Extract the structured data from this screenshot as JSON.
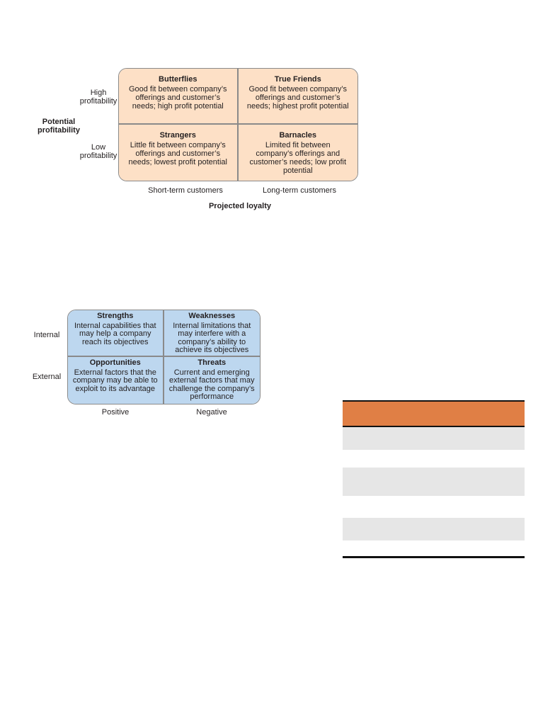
{
  "crm": {
    "y_axis_title": "Potential\nprofitability",
    "row_labels": [
      "High\nprofitability",
      "Low\nprofitability"
    ],
    "cells": [
      {
        "title": "Butterflies",
        "desc": "Good fit between company’s offerings and customer’s needs; high profit potential"
      },
      {
        "title": "True Friends",
        "desc": "Good fit between company’s offerings and customer’s needs; highest profit potential"
      },
      {
        "title": "Strangers",
        "desc": "Little fit between company’s offerings and customer’s needs; lowest profit potential"
      },
      {
        "title": "Barnacles",
        "desc": "Limited fit between company’s offerings and customer’s needs; low profit potential"
      }
    ],
    "column_labels": [
      "Short-term customers",
      "Long-term customers"
    ],
    "x_axis_title": "Projected loyalty",
    "fill_color": "#fde0c6"
  },
  "swot": {
    "row_labels": [
      "Internal",
      "External"
    ],
    "cells": [
      {
        "title": "Strengths",
        "desc": "Internal capabilities that may help a company reach its objectives"
      },
      {
        "title": "Weaknesses",
        "desc": "Internal limitations that may interfere with a company’s ability to achieve its objectives"
      },
      {
        "title": "Opportunities",
        "desc": "External factors that the company may be able to exploit to its advantage"
      },
      {
        "title": "Threats",
        "desc": "Current and emerging external factors that may challenge the company’s performance"
      }
    ],
    "column_labels": [
      "Positive",
      "Negative"
    ],
    "fill_color": "#bdd7ef"
  },
  "table": {
    "header_color": "#e07f45",
    "row_shading": [
      "shaded",
      "plain",
      "shaded",
      "plain",
      "shaded",
      "plain"
    ]
  }
}
